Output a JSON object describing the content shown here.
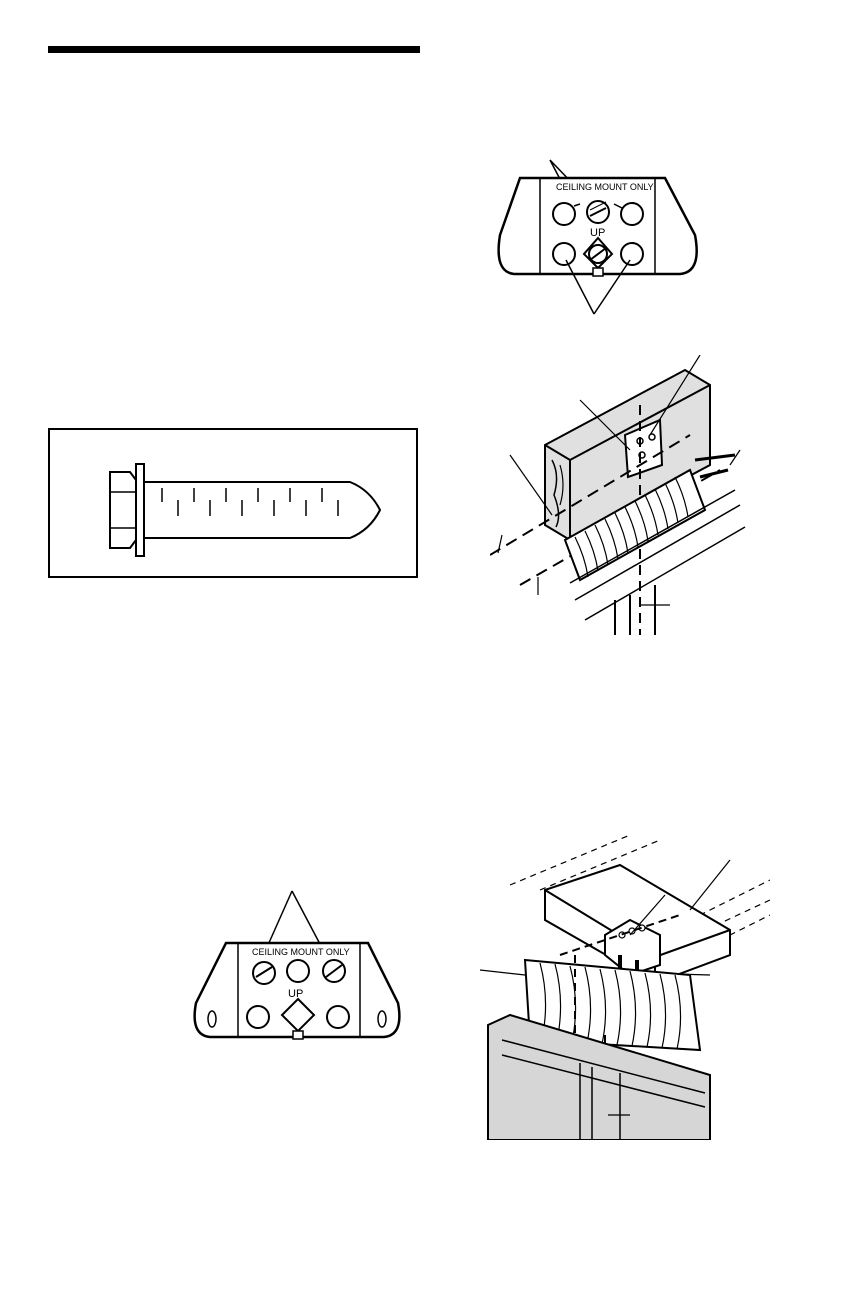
{
  "bracket_top": {
    "caption": "CEILING MOUNT ONLY",
    "up_label": "UP"
  },
  "bracket_bottom": {
    "caption": "CEILING MOUNT ONLY",
    "up_label": "UP"
  }
}
